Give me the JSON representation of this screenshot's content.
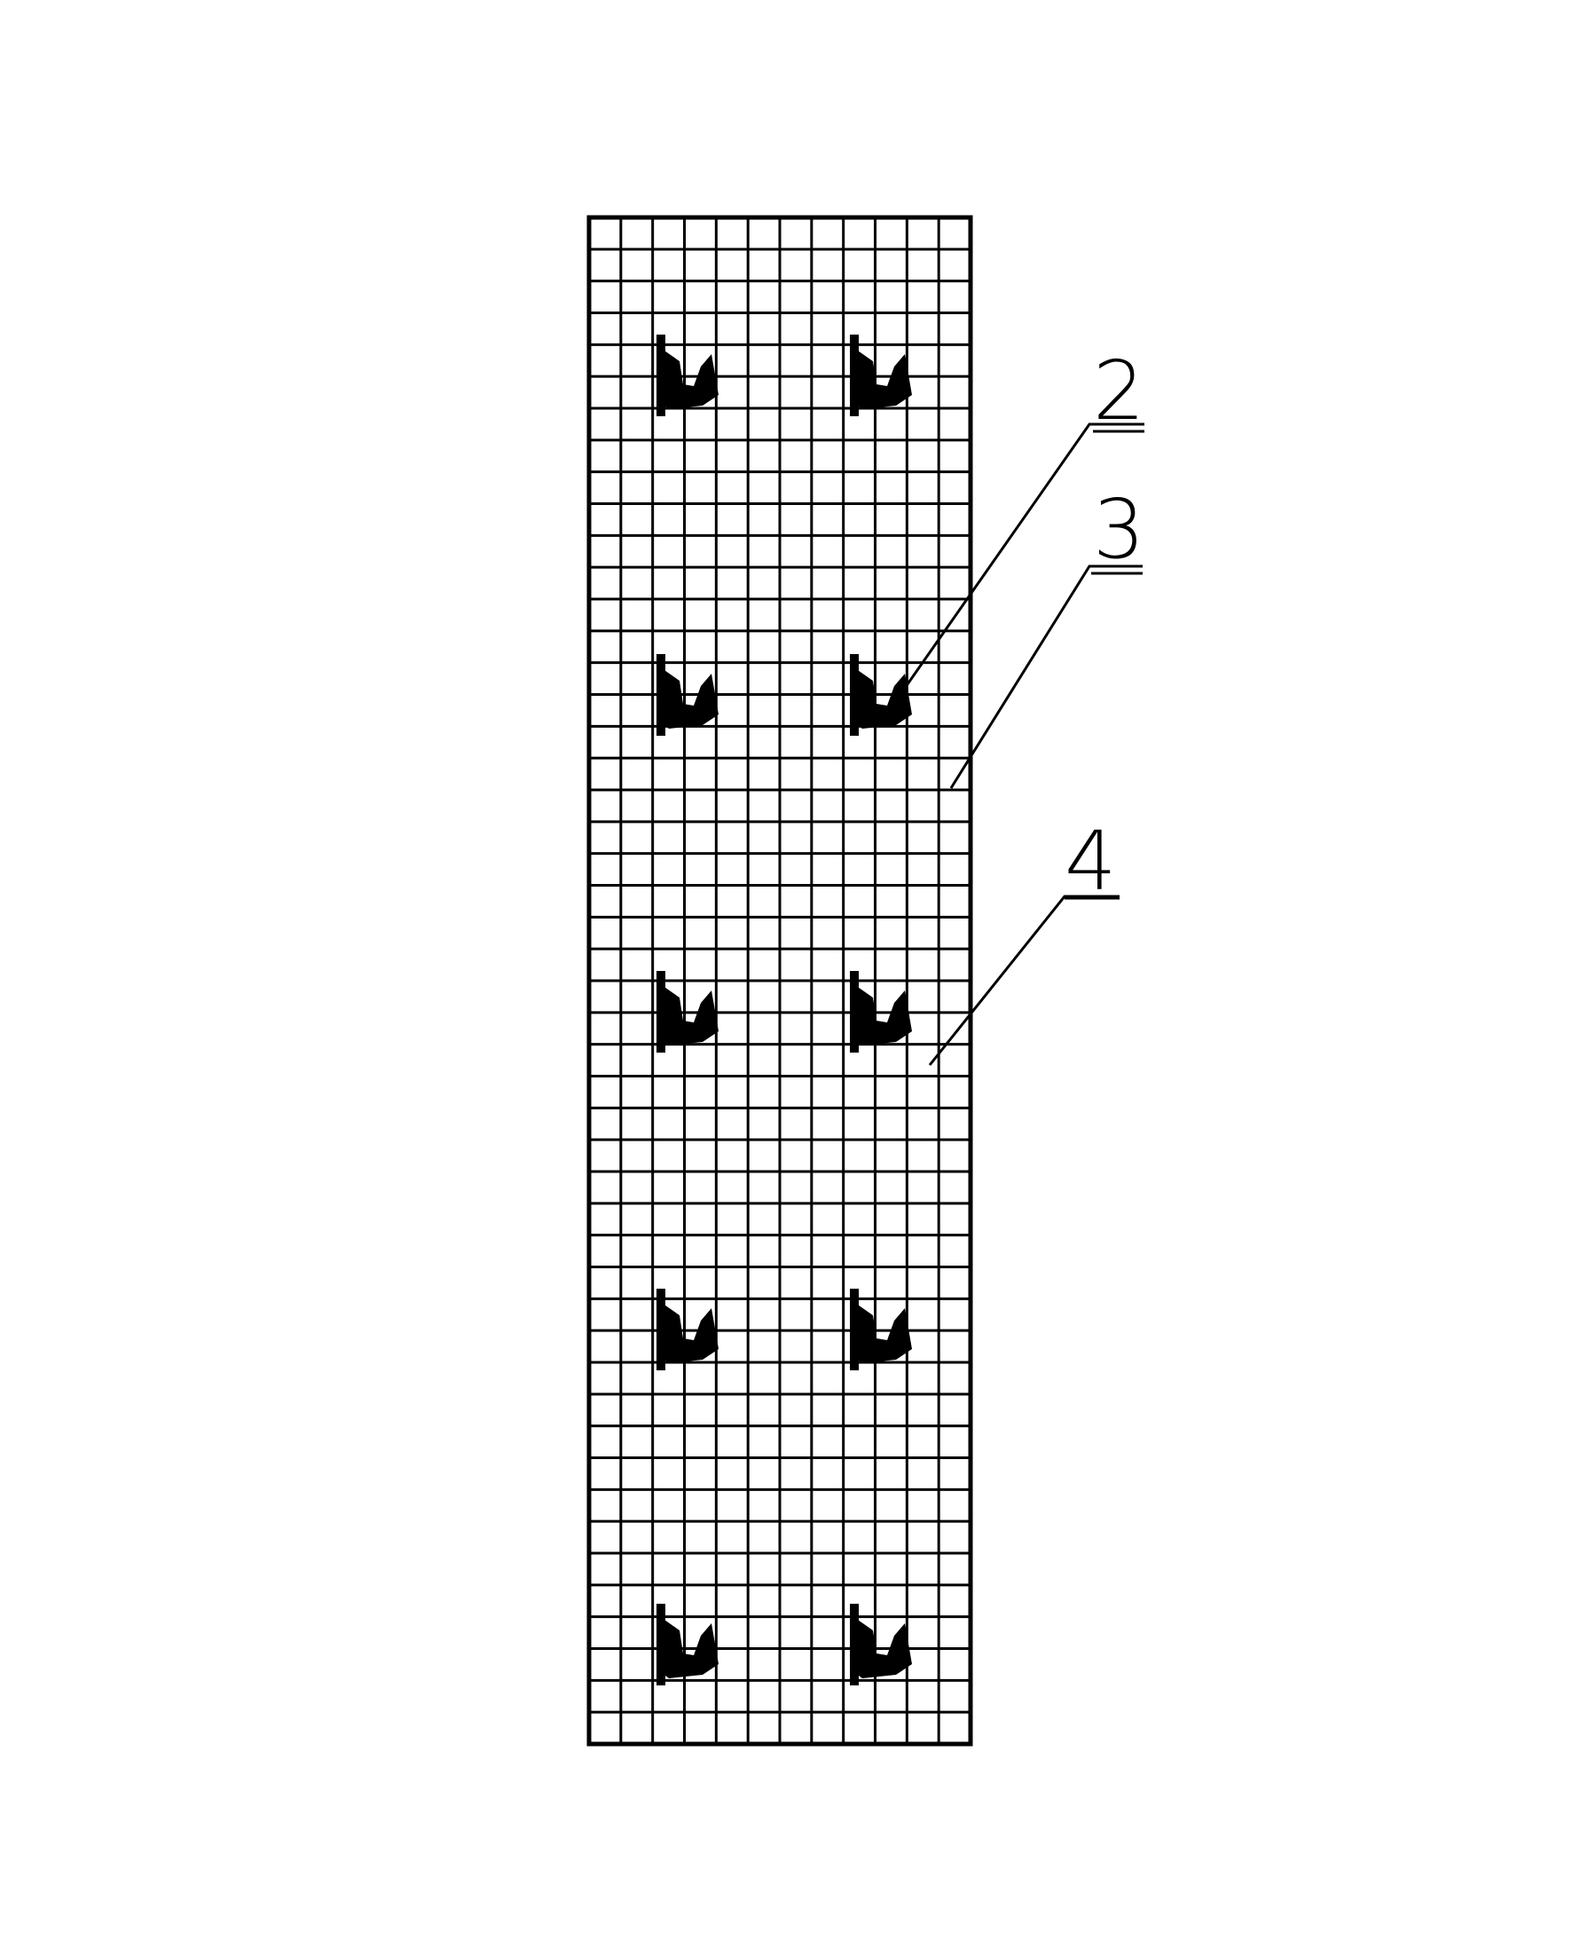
{
  "drawing": {
    "line_color": "#000000",
    "background": "#ffffff",
    "callouts": [
      {
        "label": "2"
      },
      {
        "label": "3"
      },
      {
        "label": "4"
      }
    ]
  }
}
